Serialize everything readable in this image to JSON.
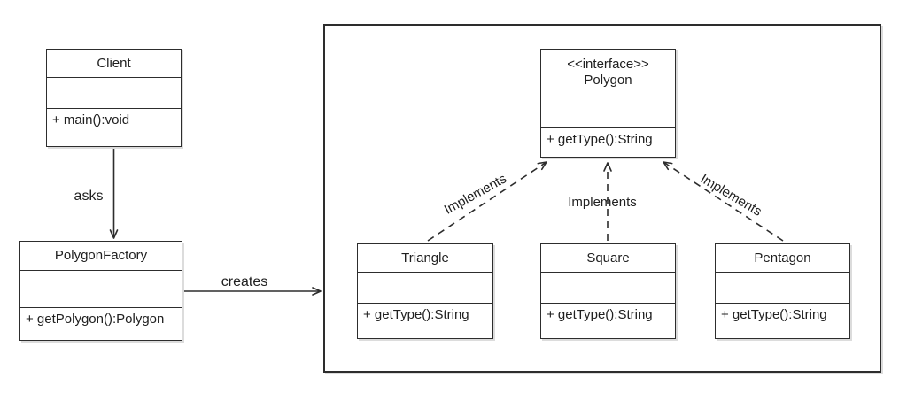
{
  "diagram": {
    "colors": {
      "stroke": "#2d2d2d",
      "text": "#202020",
      "background": "#ffffff"
    },
    "classes": {
      "client": {
        "name": "Client",
        "attributes": "",
        "operations": "+ main():void"
      },
      "polygon_factory": {
        "name": "PolygonFactory",
        "attributes": "",
        "operations": "+ getPolygon():Polygon"
      },
      "polygon_interface": {
        "stereotype": "<<interface>>",
        "name": "Polygon",
        "attributes": "",
        "operations": "+ getType():String"
      },
      "triangle": {
        "name": "Triangle",
        "attributes": "",
        "operations": "+ getType():String"
      },
      "square": {
        "name": "Square",
        "attributes": "",
        "operations": "+ getType():String"
      },
      "pentagon": {
        "name": "Pentagon",
        "attributes": "",
        "operations": "+ getType():String"
      }
    },
    "relations": {
      "asks": "asks",
      "creates": "creates",
      "implements_triangle": "Implements",
      "implements_square": "Implements",
      "implements_pentagon": "Implements"
    }
  }
}
